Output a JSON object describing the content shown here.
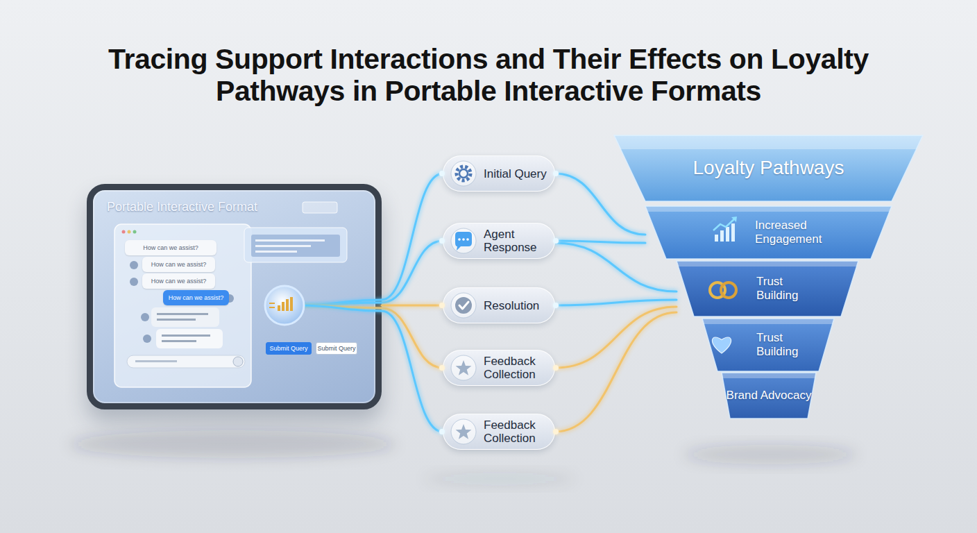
{
  "diagram": {
    "title": "Tracing Support Interactions and Their Effects on Loyalty Pathways in Portable Interactive Formats",
    "nodes": [
      {
        "text": [
          "Portable Interactive Format"
        ]
      },
      {
        "text": [
          "How can we assist?"
        ],
        "in": 0
      },
      {
        "text": [
          "How can we assist?"
        ],
        "in": 0
      },
      {
        "text": [
          "How can we assist?"
        ],
        "in": 0
      },
      {
        "text": [
          "How can we assist?"
        ],
        "in": 0
      },
      {
        "text": [
          "Submit Query"
        ],
        "in": 0
      },
      {
        "text": [
          "Submit Query"
        ],
        "in": 0
      },
      {
        "text": [
          "Initial Query"
        ]
      },
      {
        "text": [
          "Agent Response"
        ]
      },
      {
        "text": [
          "Resolution"
        ]
      },
      {
        "text": [
          "Feedback Collection"
        ]
      },
      {
        "text": [
          "Feedback Collection"
        ]
      },
      {
        "text": [
          "Loyalty Pathways"
        ]
      },
      {
        "text": [
          "Increased Engagement"
        ]
      },
      {
        "text": [
          "Trust Building"
        ]
      },
      {
        "text": [
          "Trust Building"
        ]
      },
      {
        "text": [
          "Brand Advocacy"
        ]
      }
    ],
    "edges": [
      {
        "from": 0,
        "to": 7,
        "arrow": "none"
      },
      {
        "from": 0,
        "to": 8,
        "arrow": "none"
      },
      {
        "from": 0,
        "to": 9,
        "arrow": "none"
      },
      {
        "from": 0,
        "to": 10,
        "arrow": "none"
      },
      {
        "from": 0,
        "to": 11,
        "arrow": "none"
      },
      {
        "from": 7,
        "to": 13,
        "arrow": "none"
      },
      {
        "from": 8,
        "to": 13,
        "arrow": "none"
      },
      {
        "from": 8,
        "to": 14,
        "arrow": "none"
      },
      {
        "from": 9,
        "to": 14,
        "arrow": "none"
      },
      {
        "from": 10,
        "to": 14,
        "arrow": "none"
      },
      {
        "from": 11,
        "to": 14,
        "arrow": "none"
      }
    ]
  }
}
